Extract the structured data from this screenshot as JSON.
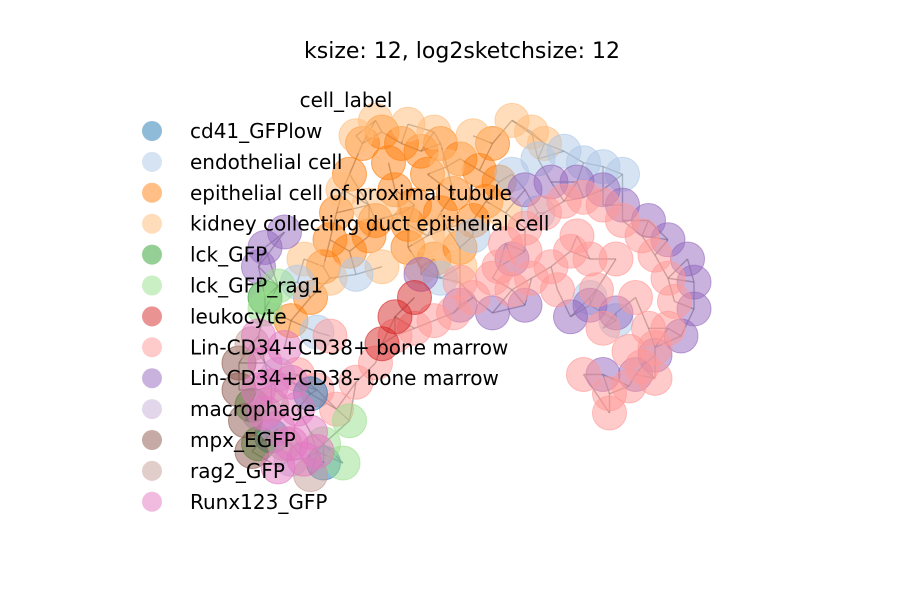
{
  "chart_data": {
    "type": "scatter",
    "title": "ksize: 12, log2sketchsize: 12",
    "xlabel": "",
    "ylabel": "",
    "axes": "off",
    "grid": false,
    "legend": {
      "title": "cell_label",
      "placement": "upper-left",
      "entries": [
        {
          "label": "cd41_GFPlow",
          "color": "#1f77b4"
        },
        {
          "label": "endothelial cell",
          "color": "#aec7e8"
        },
        {
          "label": "epithelial cell of proximal tubule",
          "color": "#ff7f0e"
        },
        {
          "label": "kidney collecting duct epithelial cell",
          "color": "#ffbb78"
        },
        {
          "label": "lck_GFP",
          "color": "#2ca02c"
        },
        {
          "label": "lck_GFP_rag1",
          "color": "#98df8a"
        },
        {
          "label": "leukocyte",
          "color": "#d62728"
        },
        {
          "label": "Lin-CD34+CD38+ bone marrow",
          "color": "#ff9896"
        },
        {
          "label": "Lin-CD34+CD38- bone marrow",
          "color": "#9467bd"
        },
        {
          "label": "macrophage",
          "color": "#c5b0d5"
        },
        {
          "label": "mpx_EGFP",
          "color": "#8c564b"
        },
        {
          "label": "rag2_GFP",
          "color": "#c49c94"
        },
        {
          "label": "Runx123_GFP",
          "color": "#e377c2"
        }
      ]
    },
    "series": [
      {
        "name": "epithelial cell of proximal tubule",
        "color": "#ff7f0e",
        "points": [
          [
            0.29,
            0.58
          ],
          [
            0.31,
            0.72
          ],
          [
            0.33,
            0.82
          ],
          [
            0.35,
            0.9
          ],
          [
            0.38,
            0.93
          ],
          [
            0.41,
            0.9
          ],
          [
            0.44,
            0.88
          ],
          [
            0.47,
            0.9
          ],
          [
            0.5,
            0.86
          ],
          [
            0.53,
            0.83
          ],
          [
            0.56,
            0.8
          ],
          [
            0.4,
            0.78
          ],
          [
            0.43,
            0.74
          ],
          [
            0.47,
            0.72
          ],
          [
            0.52,
            0.7
          ],
          [
            0.36,
            0.66
          ],
          [
            0.42,
            0.63
          ],
          [
            0.46,
            0.6
          ],
          [
            0.5,
            0.63
          ],
          [
            0.39,
            0.85
          ],
          [
            0.45,
            0.82
          ],
          [
            0.49,
            0.77
          ],
          [
            0.33,
            0.62
          ],
          [
            0.27,
            0.5
          ],
          [
            0.24,
            0.44
          ],
          [
            0.55,
            0.9
          ],
          [
            0.37,
            0.7
          ],
          [
            0.54,
            0.75
          ],
          [
            0.3,
            0.65
          ],
          [
            0.42,
            0.69
          ]
        ]
      },
      {
        "name": "kidney collecting duct epithelial cell",
        "color": "#ffbb78",
        "points": [
          [
            0.34,
            0.92
          ],
          [
            0.37,
            0.96
          ],
          [
            0.42,
            0.95
          ],
          [
            0.46,
            0.93
          ],
          [
            0.52,
            0.92
          ],
          [
            0.58,
            0.96
          ],
          [
            0.61,
            0.93
          ],
          [
            0.63,
            0.9
          ],
          [
            0.32,
            0.78
          ],
          [
            0.36,
            0.74
          ],
          [
            0.45,
            0.66
          ],
          [
            0.48,
            0.68
          ],
          [
            0.38,
            0.58
          ],
          [
            0.3,
            0.55
          ],
          [
            0.26,
            0.6
          ],
          [
            0.44,
            0.58
          ],
          [
            0.5,
            0.58
          ],
          [
            0.57,
            0.72
          ],
          [
            0.41,
            0.72
          ],
          [
            0.48,
            0.84
          ]
        ]
      },
      {
        "name": "endothelial cell",
        "color": "#aec7e8",
        "points": [
          [
            0.62,
            0.86
          ],
          [
            0.66,
            0.88
          ],
          [
            0.69,
            0.85
          ],
          [
            0.72,
            0.84
          ],
          [
            0.75,
            0.82
          ],
          [
            0.58,
            0.82
          ],
          [
            0.52,
            0.66
          ],
          [
            0.47,
            0.55
          ],
          [
            0.34,
            0.56
          ],
          [
            0.25,
            0.54
          ],
          [
            0.7,
            0.5
          ],
          [
            0.74,
            0.44
          ],
          [
            0.62,
            0.72
          ],
          [
            0.28,
            0.41
          ]
        ]
      },
      {
        "name": "Lin-CD34+CD38- bone marrow",
        "color": "#9467bd",
        "points": [
          [
            0.6,
            0.78
          ],
          [
            0.64,
            0.8
          ],
          [
            0.68,
            0.8
          ],
          [
            0.72,
            0.78
          ],
          [
            0.75,
            0.74
          ],
          [
            0.79,
            0.7
          ],
          [
            0.82,
            0.65
          ],
          [
            0.85,
            0.6
          ],
          [
            0.86,
            0.54
          ],
          [
            0.86,
            0.47
          ],
          [
            0.84,
            0.4
          ],
          [
            0.8,
            0.35
          ],
          [
            0.77,
            0.3
          ],
          [
            0.74,
            0.46
          ],
          [
            0.7,
            0.48
          ],
          [
            0.67,
            0.45
          ],
          [
            0.6,
            0.48
          ],
          [
            0.55,
            0.46
          ],
          [
            0.5,
            0.48
          ],
          [
            0.44,
            0.56
          ],
          [
            0.2,
            0.63
          ],
          [
            0.23,
            0.67
          ],
          [
            0.19,
            0.58
          ],
          [
            0.58,
            0.6
          ],
          [
            0.72,
            0.3
          ]
        ]
      },
      {
        "name": "Lin-CD34+CD38+ bone marrow",
        "color": "#ff9896",
        "points": [
          [
            0.57,
            0.64
          ],
          [
            0.6,
            0.68
          ],
          [
            0.63,
            0.72
          ],
          [
            0.66,
            0.75
          ],
          [
            0.69,
            0.76
          ],
          [
            0.72,
            0.74
          ],
          [
            0.75,
            0.7
          ],
          [
            0.78,
            0.66
          ],
          [
            0.8,
            0.61
          ],
          [
            0.82,
            0.55
          ],
          [
            0.83,
            0.49
          ],
          [
            0.82,
            0.42
          ],
          [
            0.8,
            0.37
          ],
          [
            0.78,
            0.32
          ],
          [
            0.76,
            0.27
          ],
          [
            0.73,
            0.25
          ],
          [
            0.76,
            0.36
          ],
          [
            0.72,
            0.42
          ],
          [
            0.7,
            0.6
          ],
          [
            0.67,
            0.62
          ],
          [
            0.64,
            0.58
          ],
          [
            0.61,
            0.55
          ],
          [
            0.58,
            0.52
          ],
          [
            0.55,
            0.55
          ],
          [
            0.52,
            0.5
          ],
          [
            0.49,
            0.46
          ],
          [
            0.46,
            0.44
          ],
          [
            0.43,
            0.42
          ],
          [
            0.4,
            0.4
          ],
          [
            0.37,
            0.33
          ],
          [
            0.34,
            0.28
          ],
          [
            0.31,
            0.21
          ],
          [
            0.28,
            0.26
          ],
          [
            0.3,
            0.4
          ],
          [
            0.25,
            0.3
          ],
          [
            0.68,
            0.66
          ],
          [
            0.74,
            0.6
          ],
          [
            0.77,
            0.5
          ],
          [
            0.65,
            0.52
          ],
          [
            0.6,
            0.62
          ],
          [
            0.71,
            0.52
          ],
          [
            0.56,
            0.58
          ],
          [
            0.5,
            0.54
          ],
          [
            0.79,
            0.42
          ],
          [
            0.8,
            0.29
          ],
          [
            0.69,
            0.3
          ],
          [
            0.73,
            0.2
          ]
        ]
      },
      {
        "name": "leukocyte",
        "color": "#d62728",
        "points": [
          [
            0.43,
            0.5
          ],
          [
            0.38,
            0.38
          ],
          [
            0.4,
            0.45
          ]
        ]
      },
      {
        "name": "cd41_GFPlow",
        "color": "#1f77b4",
        "points": [
          [
            0.27,
            0.25
          ],
          [
            0.29,
            0.07
          ],
          [
            0.21,
            0.14
          ]
        ]
      },
      {
        "name": "lck_GFP",
        "color": "#2ca02c",
        "points": [
          [
            0.2,
            0.5
          ],
          [
            0.19,
            0.12
          ],
          [
            0.18,
            0.22
          ]
        ]
      },
      {
        "name": "lck_GFP_rag1",
        "color": "#98df8a",
        "points": [
          [
            0.2,
            0.47
          ],
          [
            0.32,
            0.07
          ],
          [
            0.33,
            0.18
          ],
          [
            0.29,
            0.12
          ],
          [
            0.22,
            0.53
          ]
        ]
      },
      {
        "name": "macrophage",
        "color": "#c5b0d5",
        "points": [
          [
            0.22,
            0.3
          ],
          [
            0.19,
            0.2
          ],
          [
            0.24,
            0.08
          ]
        ]
      },
      {
        "name": "mpx_EGFP",
        "color": "#8c564b",
        "points": [
          [
            0.16,
            0.33
          ],
          [
            0.16,
            0.26
          ],
          [
            0.17,
            0.18
          ],
          [
            0.18,
            0.1
          ]
        ]
      },
      {
        "name": "rag2_GFP",
        "color": "#c49c94",
        "points": [
          [
            0.18,
            0.38
          ],
          [
            0.21,
            0.22
          ],
          [
            0.23,
            0.12
          ],
          [
            0.27,
            0.04
          ]
        ]
      },
      {
        "name": "Runx123_GFP",
        "color": "#e377c2",
        "points": [
          [
            0.19,
            0.4
          ],
          [
            0.2,
            0.33
          ],
          [
            0.21,
            0.27
          ],
          [
            0.2,
            0.2
          ],
          [
            0.22,
            0.16
          ],
          [
            0.24,
            0.12
          ],
          [
            0.26,
            0.08
          ],
          [
            0.22,
            0.06
          ],
          [
            0.25,
            0.21
          ],
          [
            0.27,
            0.15
          ],
          [
            0.23,
            0.37
          ],
          [
            0.19,
            0.26
          ],
          [
            0.28,
            0.1
          ],
          [
            0.24,
            0.28
          ]
        ]
      }
    ]
  }
}
